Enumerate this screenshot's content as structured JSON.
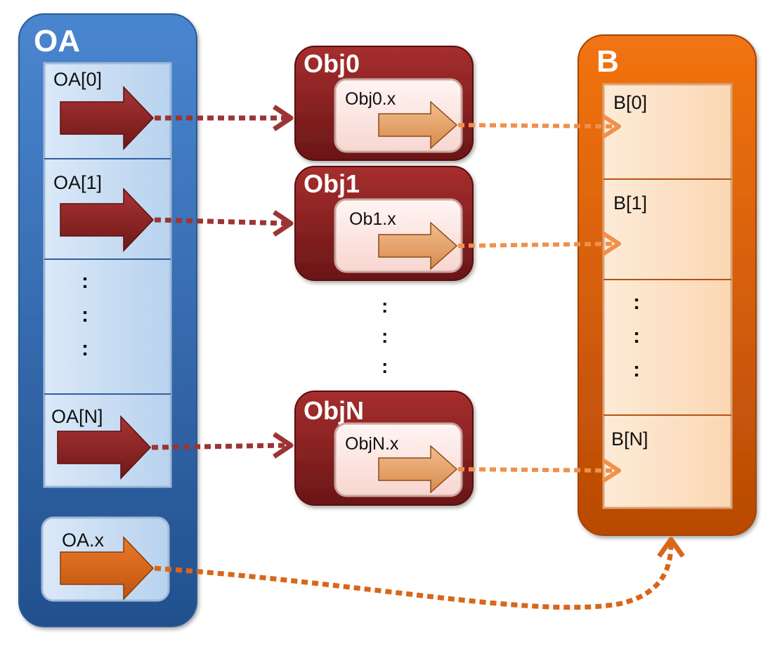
{
  "colors": {
    "oa_blue": "#3a74bd",
    "oa_cell": "#c6dcf2",
    "obj_red": "#8f2424",
    "obj_inner": "#fde4df",
    "b_orange": "#ec6a0a",
    "b_cell": "#fde2c6",
    "pointer_red": "#8b2323",
    "pointer_orange": "#d9661a",
    "pointer_light": "#e6a06a",
    "dash_orange": "#f0904a"
  },
  "oa": {
    "title": "OA",
    "cells": [
      "OA[0]",
      "OA[1]",
      "OA[N]"
    ],
    "ellipsis": [
      ":",
      ":",
      ":"
    ],
    "field": "OA.x"
  },
  "objects": [
    {
      "title": "Obj0",
      "field": "Obj0.x"
    },
    {
      "title": "Obj1",
      "field": "Ob1.x"
    },
    {
      "title": "ObjN",
      "field": "ObjN.x"
    }
  ],
  "objects_ellipsis": [
    ":",
    ":",
    ":"
  ],
  "b": {
    "title": "B",
    "cells": [
      "B[0]",
      "B[1]",
      "B[N]"
    ],
    "ellipsis": [
      ":",
      ":",
      ":"
    ]
  }
}
